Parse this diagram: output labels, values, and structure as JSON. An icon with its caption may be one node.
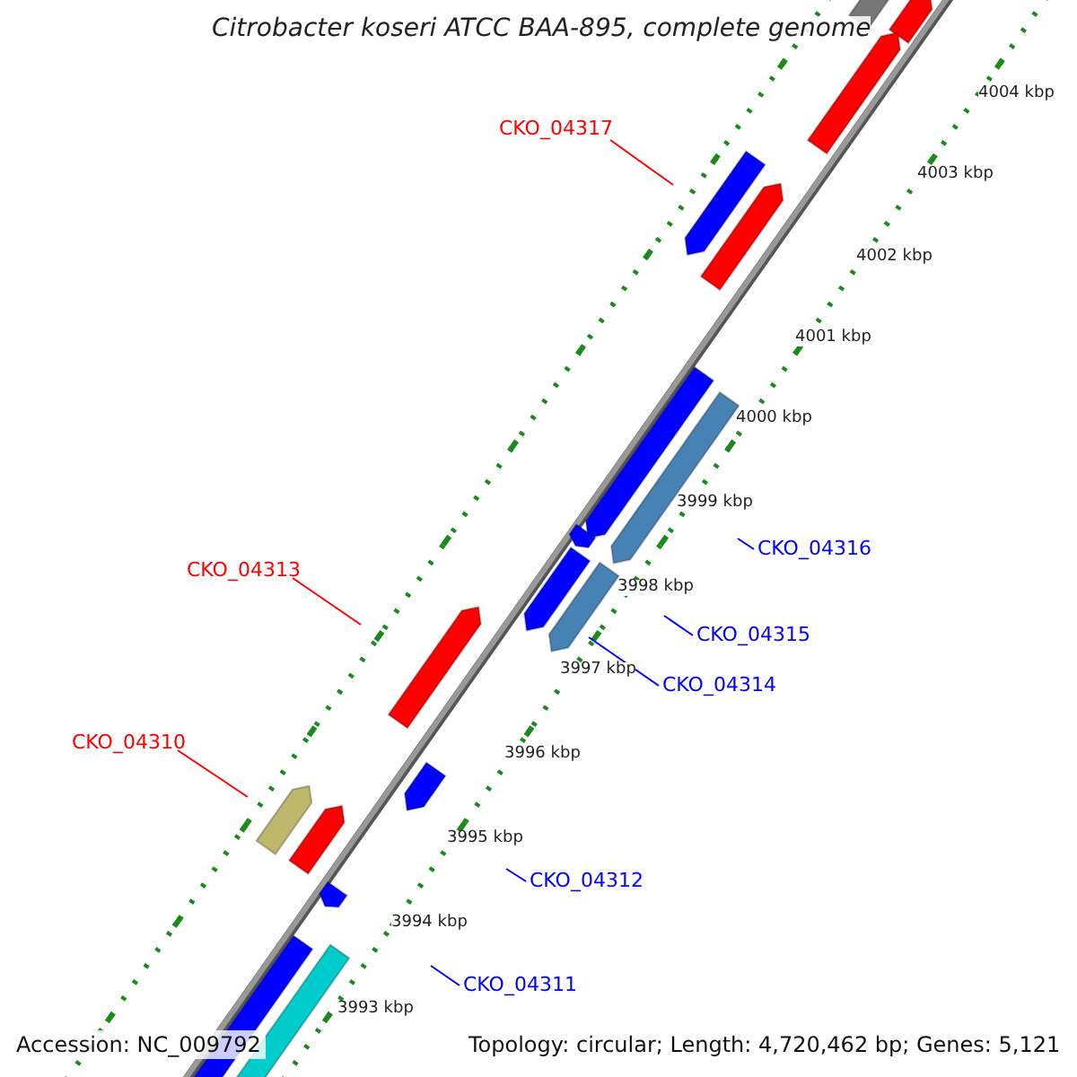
{
  "diagram": {
    "title": "Citrobacter koseri ATCC BAA-895, complete genome",
    "nodes": [
      {
        "text": [
          "CKO_04317"
        ]
      },
      {
        "text": [
          "CKO_04316"
        ]
      },
      {
        "text": [
          "CKO_04315"
        ]
      },
      {
        "text": [
          "CKO_04313"
        ]
      },
      {
        "text": [
          "CKO_04314"
        ]
      },
      {
        "text": [
          "CKO_04310"
        ]
      },
      {
        "text": [
          "CKO_04312"
        ]
      },
      {
        "text": [
          "CKO_04311"
        ]
      }
    ],
    "edges": [
      {
        "from": 0,
        "to": null,
        "arrow": "none",
        "color": "#ff0000"
      },
      {
        "from": 1,
        "to": null,
        "arrow": "none",
        "color": "#0000ff"
      },
      {
        "from": 2,
        "to": null,
        "arrow": "none",
        "color": "#0000ff"
      },
      {
        "from": 3,
        "to": null,
        "arrow": "none",
        "color": "#ff0000"
      },
      {
        "from": 4,
        "to": null,
        "arrow": "none",
        "color": "#0000ff"
      },
      {
        "from": 5,
        "to": null,
        "arrow": "none",
        "color": "#ff0000"
      },
      {
        "from": 6,
        "to": null,
        "arrow": "none",
        "color": "#0000ff"
      },
      {
        "from": 7,
        "to": null,
        "arrow": "none",
        "color": "#0000ff"
      }
    ],
    "labels": [
      "4004 kbp",
      "4003 kbp",
      "4002 kbp",
      "4001 kbp",
      "4000 kbp",
      "3999 kbp",
      "3998 kbp",
      "3997 kbp",
      "3996 kbp",
      "3995 kbp",
      "3994 kbp",
      "3993 kbp",
      "Accession: NC_009792",
      "Topology: circular; Length: 4,720,462 bp; Genes: 5,121"
    ]
  }
}
